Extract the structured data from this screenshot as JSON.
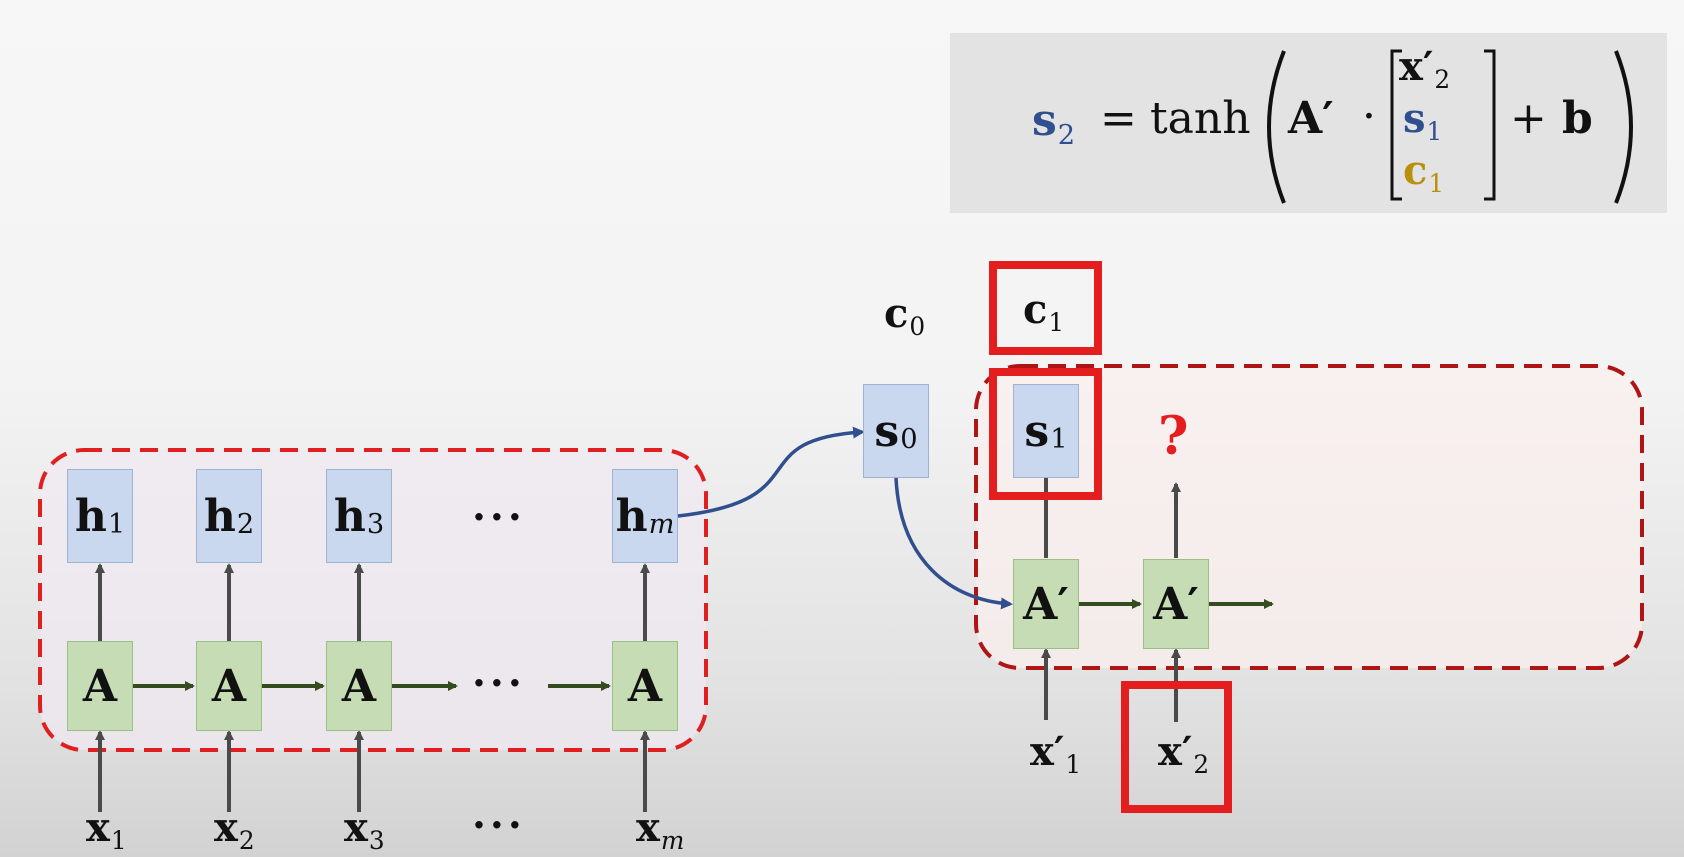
{
  "formula": {
    "lhs_main": "s",
    "lhs_sub": "2",
    "equals": "=",
    "fn": "tanh",
    "matrix": "A′",
    "dot": "·",
    "vec_1_main": "x′",
    "vec_1_sub": "2",
    "vec_2_main": "s",
    "vec_2_sub": "1",
    "vec_3_main": "c",
    "vec_3_sub": "1",
    "plus": "+",
    "bias": "b"
  },
  "encoder": {
    "hidden": [
      {
        "main": "h",
        "sub": "1"
      },
      {
        "main": "h",
        "sub": "2"
      },
      {
        "main": "h",
        "sub": "3"
      },
      {
        "main": "h",
        "sub": "m"
      }
    ],
    "cell_label": "A",
    "inputs": [
      {
        "main": "x",
        "sub": "1"
      },
      {
        "main": "x",
        "sub": "2"
      },
      {
        "main": "x",
        "sub": "3"
      },
      {
        "main": "x",
        "sub": "m"
      }
    ],
    "ellipsis": "···"
  },
  "decoder": {
    "context_0": {
      "main": "c",
      "sub": "0"
    },
    "context_1": {
      "main": "c",
      "sub": "1"
    },
    "state_0": {
      "main": "s",
      "sub": "0"
    },
    "state_1": {
      "main": "s",
      "sub": "1"
    },
    "unknown": "?",
    "cell_label": "A′",
    "inputs": [
      {
        "main": "x′",
        "sub": "1"
      },
      {
        "main": "x′",
        "sub": "2"
      }
    ]
  },
  "colors": {
    "encoder_dash": "#e02020",
    "decoder_dash": "#b01515",
    "highlight": "#e41e1e",
    "blue_arrow": "#2f4f8f",
    "green_arrow": "#334d1e",
    "gold": "#b8900e",
    "blue_text": "#2f4f8f"
  }
}
